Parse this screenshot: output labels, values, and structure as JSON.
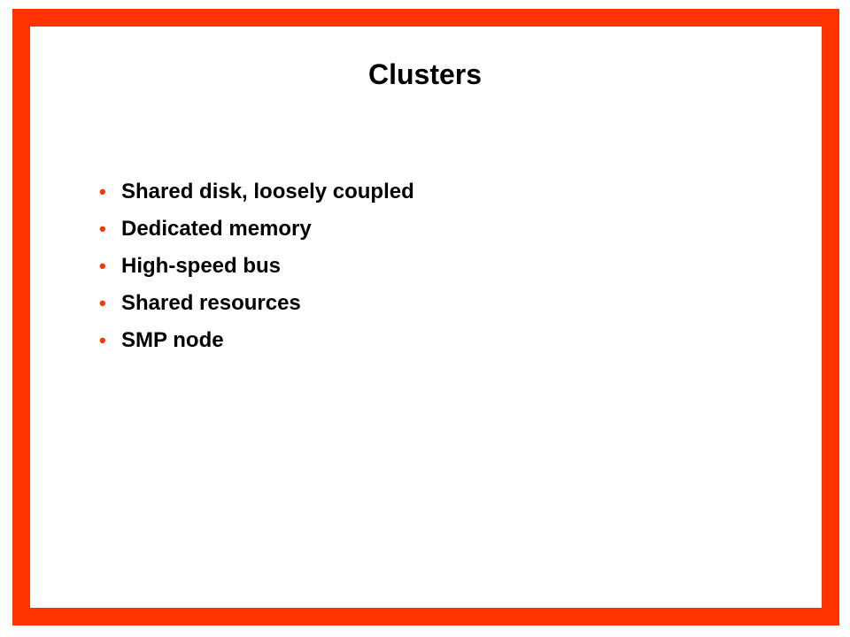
{
  "slide": {
    "title": "Clusters",
    "border_color": "#ff3300",
    "bullet_color": "#ff3300",
    "bullet_glyph": "•",
    "items": [
      {
        "label": "Shared disk, loosely coupled"
      },
      {
        "label": "Dedicated memory"
      },
      {
        "label": "High-speed bus"
      },
      {
        "label": "Shared resources"
      },
      {
        "label": "SMP node"
      }
    ]
  }
}
